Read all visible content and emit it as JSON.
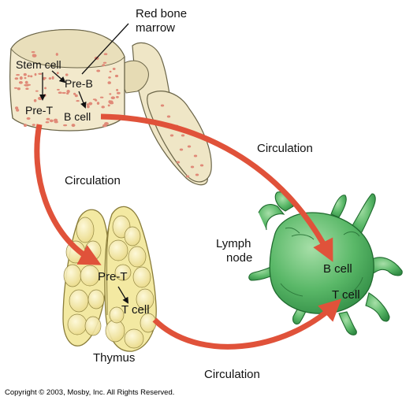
{
  "labels": {
    "red_bone_marrow_line1": "Red bone",
    "red_bone_marrow_line2": "marrow",
    "stem_cell": "Stem cell",
    "pre_b_marrow": "Pre-B",
    "pre_t_marrow": "Pre-T",
    "b_cell_marrow": "B cell",
    "circulation_left": "Circulation",
    "circulation_right": "Circulation",
    "circulation_bottom": "Circulation",
    "lymph_node_line1": "Lymph",
    "lymph_node_line2": "node",
    "b_cell_node": "B cell",
    "t_cell_node": "T cell",
    "pre_t_thymus": "Pre-T",
    "t_cell_thymus": "T cell",
    "thymus": "Thymus"
  },
  "copyright": "Copyright © 2003, Mosby, Inc. All Rights Reserved.",
  "colors": {
    "bone": "#efe6c6",
    "bone_outline": "#6b6548",
    "marrow_spots": "#e08a78",
    "thymus": "#f3e9a2",
    "thymus_outline": "#8a7d3a",
    "lymph_node": "#56b466",
    "lymph_outline": "#1f6a2e",
    "arrow": "#e0523a"
  }
}
